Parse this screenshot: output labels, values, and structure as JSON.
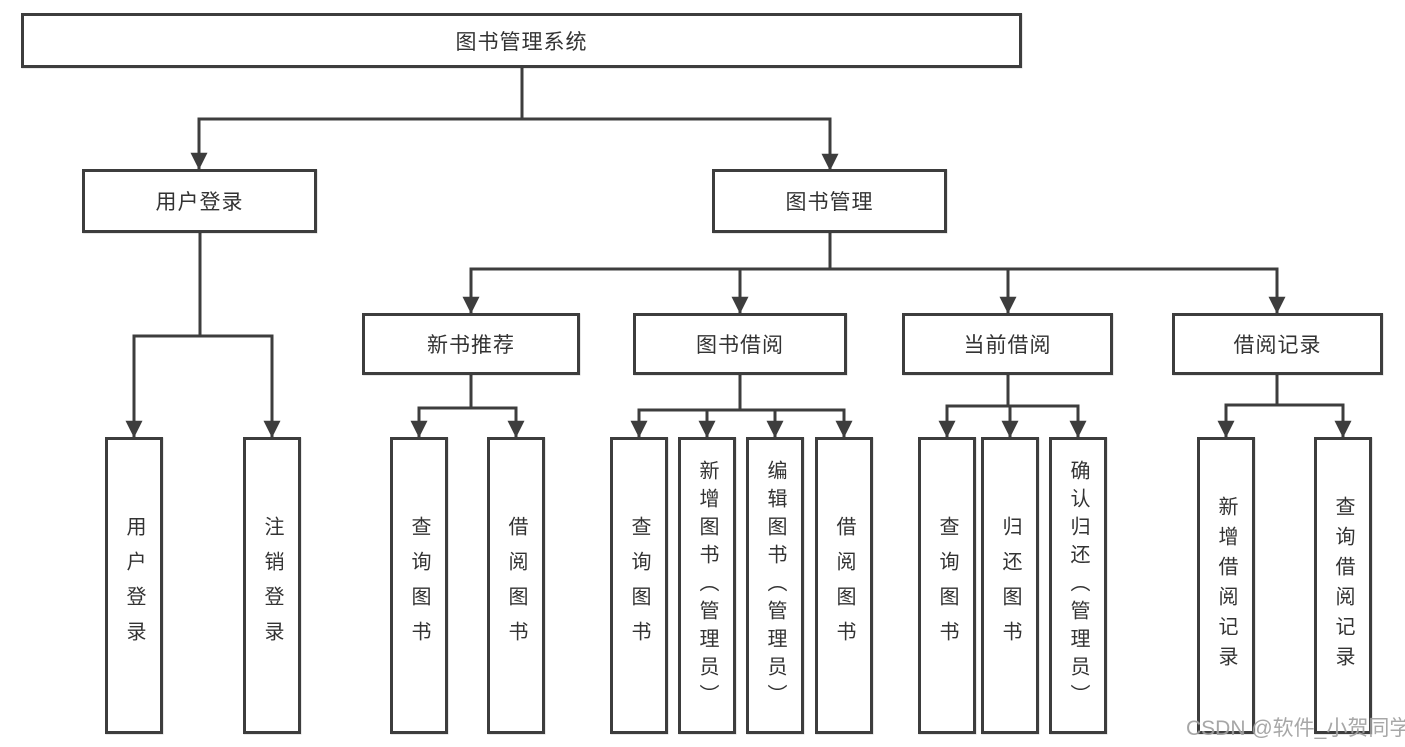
{
  "diagram": {
    "root": {
      "label": "图书管理系统"
    },
    "branches": [
      {
        "label": "用户登录",
        "leaves": [
          {
            "label": "用户登录"
          },
          {
            "label": "注销登录"
          }
        ]
      },
      {
        "label": "图书管理",
        "groups": [
          {
            "label": "新书推荐",
            "leaves": [
              {
                "label": "查询图书"
              },
              {
                "label": "借阅图书"
              }
            ]
          },
          {
            "label": "图书借阅",
            "leaves": [
              {
                "label": "查询图书"
              },
              {
                "label": "新增图书（管理员）"
              },
              {
                "label": "编辑图书（管理员）"
              },
              {
                "label": "借阅图书"
              }
            ]
          },
          {
            "label": "当前借阅",
            "leaves": [
              {
                "label": "查询图书"
              },
              {
                "label": "归还图书"
              },
              {
                "label": "确认归还（管理员）"
              }
            ]
          },
          {
            "label": "借阅记录",
            "leaves": [
              {
                "label": "新增借阅记录"
              },
              {
                "label": "查询借阅记录"
              }
            ]
          }
        ]
      }
    ]
  },
  "watermark": {
    "text": "CSDN @软件_小贺同学"
  },
  "colors": {
    "line": "#3d3d3d",
    "text": "#333333",
    "watermark": "#a0a0a0",
    "background": "#ffffff"
  }
}
